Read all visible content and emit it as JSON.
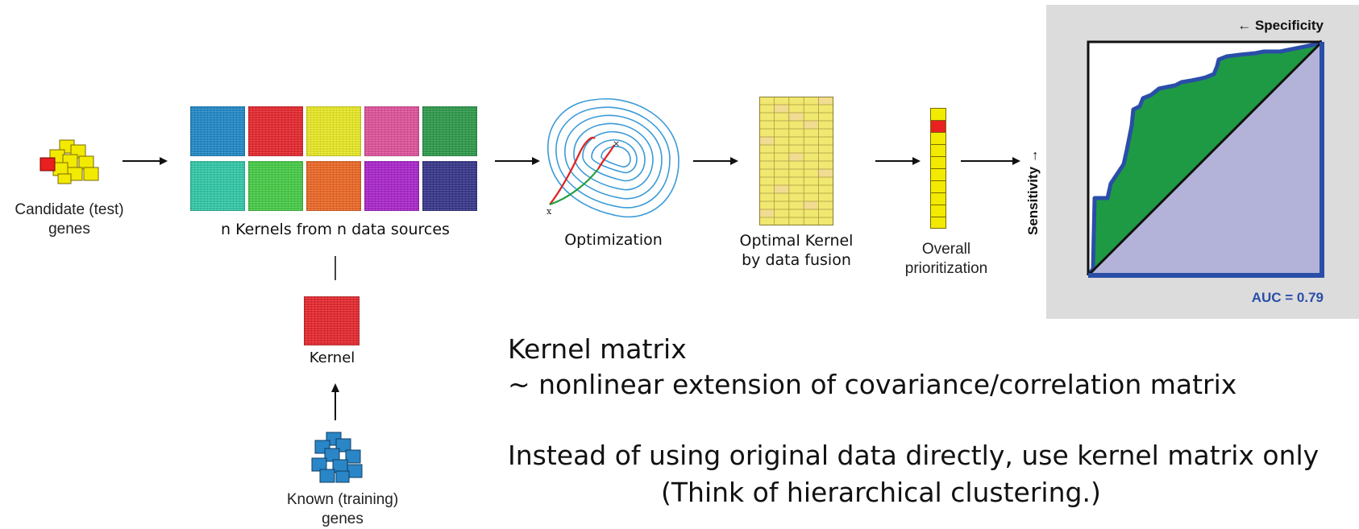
{
  "candidate": {
    "label_line1": "Candidate (test)",
    "label_line2": "genes"
  },
  "kernels": {
    "label": "n Kernels from n data sources",
    "colors": [
      "#1e88c8",
      "#e8242a",
      "#eaea22",
      "#e0509a",
      "#2a9a48",
      "#2ec9a8",
      "#44cc44",
      "#ee6622",
      "#aa22cc",
      "#33338a"
    ]
  },
  "kernel": {
    "label": "Kernel",
    "color": "#e8242a"
  },
  "known": {
    "label_line1": "Known (training)",
    "label_line2": "genes"
  },
  "optimization": {
    "label": "Optimization"
  },
  "optimal_kernel": {
    "label_line1": "Optimal Kernel",
    "label_line2": "by data fusion"
  },
  "prioritization": {
    "label_line1": "Overall",
    "label_line2": "prioritization"
  },
  "roc": {
    "specificity_label": "← Specificity",
    "sensitivity_label": "Sensitivity →",
    "auc_label": "AUC = 0.79",
    "colors": {
      "frame": "#2a4ea8",
      "auc_fill": "#1f9a44",
      "below_fill": "#b3b2d8",
      "panel": "#dcdcdc"
    }
  },
  "notes": {
    "line1": "Kernel matrix",
    "line2": "~ nonlinear extension of covariance/correlation matrix",
    "line3": "Instead of using original data directly, use kernel matrix only",
    "line4": "(Think of hierarchical clustering.)"
  }
}
